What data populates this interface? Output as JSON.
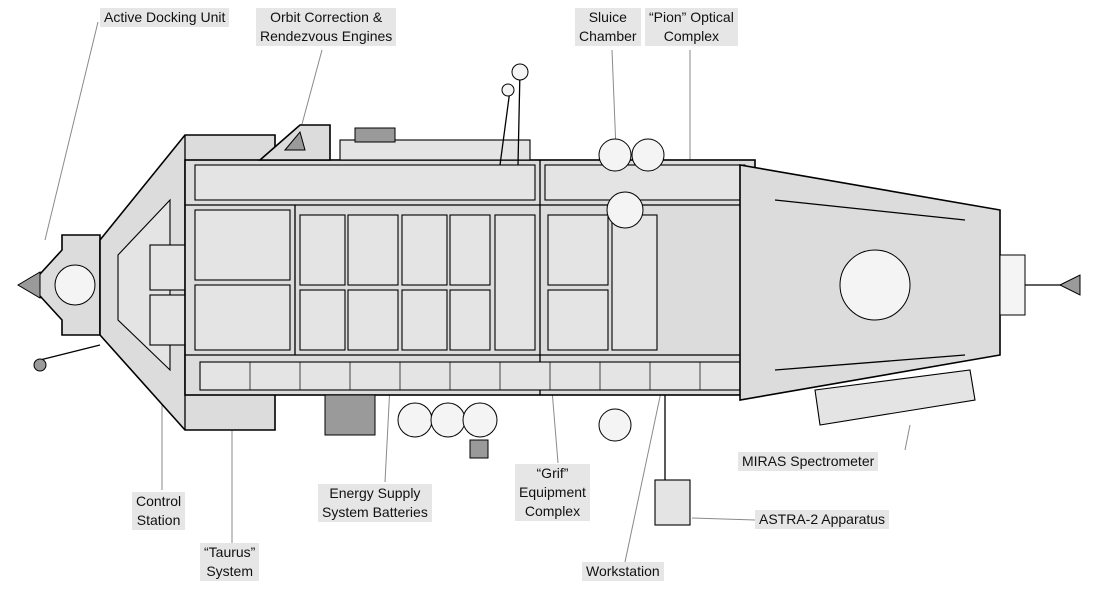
{
  "labels": {
    "active_docking_unit": "Active Docking Unit",
    "orbit_correction": [
      "Orbit Correction &",
      "Rendezvous Engines"
    ],
    "sluice_chamber": [
      "Sluice",
      "Chamber"
    ],
    "pion_optical": [
      "“Pion” Optical",
      "Complex"
    ],
    "miras": "MIRAS Spectrometer",
    "astra2": "ASTRA-2 Apparatus",
    "control_station": [
      "Control",
      "Station"
    ],
    "taurus": [
      "“Taurus”",
      "System"
    ],
    "energy_supply": [
      "Energy Supply",
      "System Batteries"
    ],
    "grif": [
      "“Grif”",
      "Equipment",
      "Complex"
    ],
    "workstation": "Workstation"
  },
  "colors": {
    "label_bg": "#e6e6e6",
    "hull": "#dcdcdc",
    "line": "#000000"
  }
}
